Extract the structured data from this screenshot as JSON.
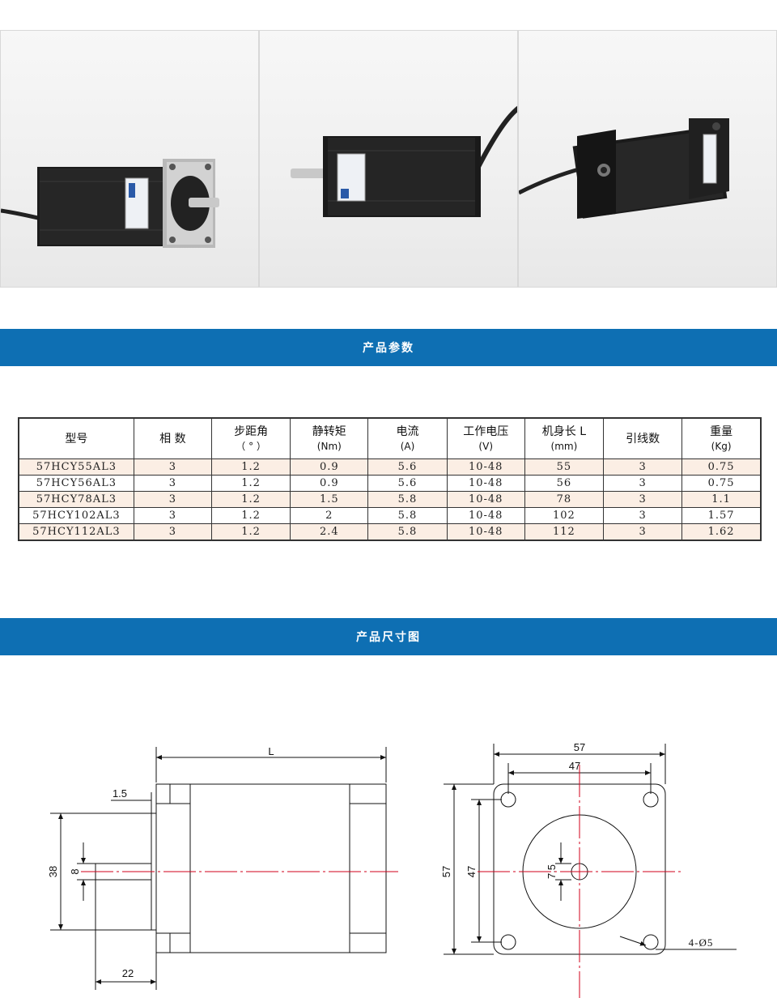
{
  "sections": {
    "params_title": "产品参数",
    "dims_title": "产品尺寸图"
  },
  "table": {
    "headers": [
      {
        "line1": "型号",
        "line2": ""
      },
      {
        "line1": "相  数",
        "line2": ""
      },
      {
        "line1": "步距角",
        "line2": "（ ° ）"
      },
      {
        "line1": "静转矩",
        "line2": "(Nm)"
      },
      {
        "line1": "电流",
        "line2": "(A)"
      },
      {
        "line1": "工作电压",
        "line2": "(V)"
      },
      {
        "line1": "机身长 L",
        "line2": "(mm)"
      },
      {
        "line1": "引线数",
        "line2": ""
      },
      {
        "line1": "重量",
        "line2": "(Kg)"
      }
    ],
    "rows": [
      [
        "57HCY55AL3",
        "3",
        "1.2",
        "0.9",
        "5.6",
        "10-48",
        "55",
        "3",
        "0.75"
      ],
      [
        "57HCY56AL3",
        "3",
        "1.2",
        "0.9",
        "5.6",
        "10-48",
        "56",
        "3",
        "0.75"
      ],
      [
        "57HCY78AL3",
        "3",
        "1.2",
        "1.5",
        "5.8",
        "10-48",
        "78",
        "3",
        "1.1"
      ],
      [
        "57HCY102AL3",
        "3",
        "1.2",
        "2",
        "5.8",
        "10-48",
        "102",
        "3",
        "1.57"
      ],
      [
        "57HCY112AL3",
        "3",
        "1.2",
        "2.4",
        "5.8",
        "10-48",
        "112",
        "3",
        "1.62"
      ]
    ]
  },
  "side_view": {
    "length_label": "L",
    "flange_label": "1.5",
    "height_label": "38",
    "shaft_label": "8",
    "shaft_length_label": "22"
  },
  "front_view": {
    "outer_width_label": "57",
    "hole_spacing_label": "47",
    "outer_height_label": "57",
    "hole_spacing_v_label": "47",
    "shaft_dia_label": "7.5",
    "hole_label": "4-Ø5"
  },
  "colors": {
    "bar": "#0e6fb3",
    "row_highlight": "#fbeee4",
    "centerline": "#d0021b"
  }
}
